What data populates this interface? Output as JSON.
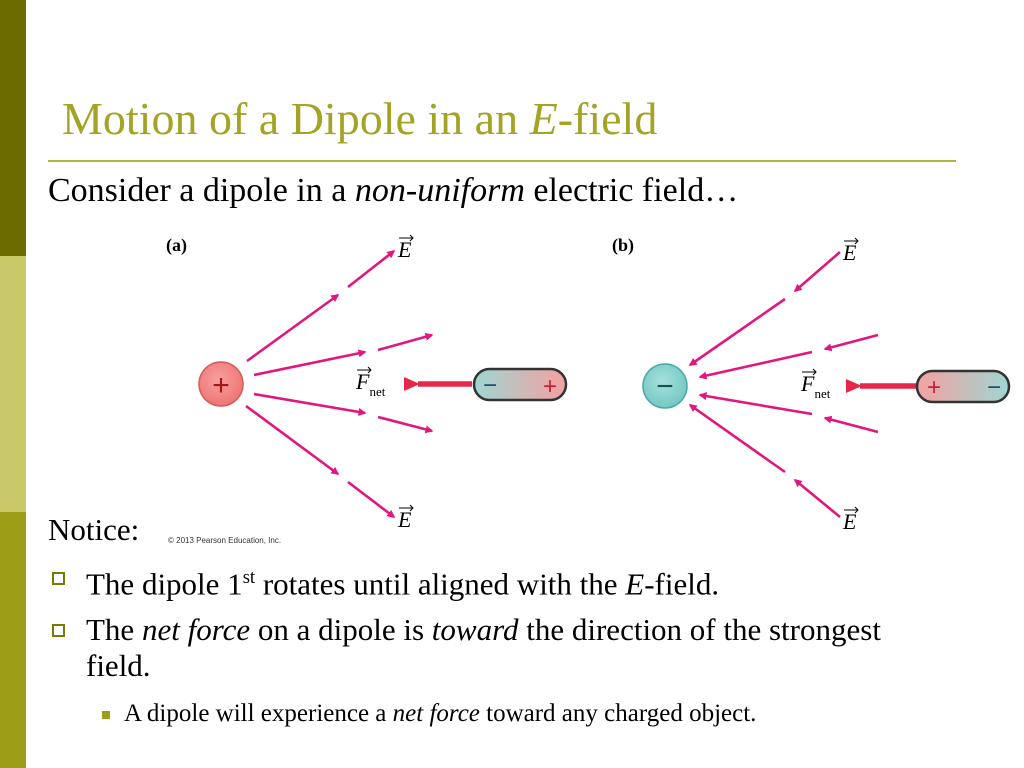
{
  "slide": {
    "title_main": "Motion of a Dipole in an ",
    "title_italic": "E",
    "title_end": "-field",
    "intro_start": "Consider a dipole in a ",
    "intro_italic": "non-uniform",
    "intro_end": " electric field…"
  },
  "figure": {
    "panel_a_label": "(a)",
    "panel_b_label": "(b)",
    "field_symbol": "E",
    "force_symbol": "F",
    "force_subscript": "net",
    "plus_sign": "+",
    "minus_sign": "−",
    "credit": "© 2013 Pearson Education, Inc.",
    "colors": {
      "field_arrow": "#e0177e",
      "force_arrow": "#e5284a",
      "positive_charge": "#f08080",
      "negative_charge": "#7ccfcc"
    }
  },
  "notice": {
    "label": "Notice:",
    "bullet1_a": "The dipole 1",
    "bullet1_sup": "st",
    "bullet1_b": " rotates until aligned with the ",
    "bullet1_italic": "E",
    "bullet1_c": "-field.",
    "bullet2_a": "The ",
    "bullet2_i1": "net force",
    "bullet2_b": " on a dipole is ",
    "bullet2_i2": "toward",
    "bullet2_c": " the direction of the strongest field.",
    "sub_a": "A dipole will experience a ",
    "sub_italic": "net force",
    "sub_b": " toward any charged object."
  }
}
